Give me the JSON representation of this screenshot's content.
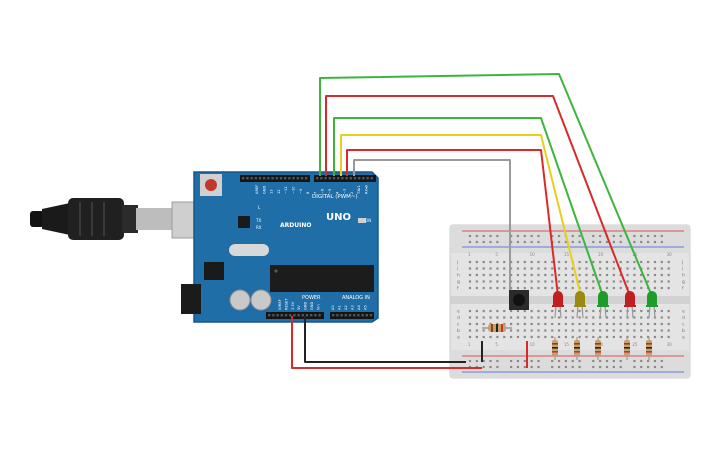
{
  "board": {
    "brand": "ARDUINO",
    "model": "UNO",
    "digital_label": "DIGITAL (PWM~)",
    "power_label": "POWER",
    "analog_label": "ANALOG IN",
    "on_label": "ON",
    "tx_label": "TX",
    "rx_label": "RX",
    "l_label": "L",
    "digital_pins": [
      "AREF",
      "GND",
      "13",
      "12",
      "~11",
      "~10",
      "~9",
      "8",
      "7",
      "~6",
      "~5",
      "4",
      "~3",
      "2",
      "TX▸1",
      "RX◂0"
    ],
    "power_pins": [
      "IOREF",
      "RESET",
      "3.3V",
      "5V",
      "GND",
      "GND",
      "Vin"
    ],
    "analog_pins": [
      "A0",
      "A1",
      "A2",
      "A3",
      "A4",
      "A5"
    ]
  },
  "breadboard": {
    "row_letters_top": [
      "j",
      "i",
      "h",
      "g",
      "f"
    ],
    "row_letters_bottom": [
      "e",
      "d",
      "c",
      "b",
      "a"
    ],
    "column_numbers": [
      "1",
      "5",
      "10",
      "15",
      "20",
      "25",
      "30"
    ]
  },
  "components": {
    "leds": [
      {
        "name": "led-red-1",
        "color": "#c0201f"
      },
      {
        "name": "led-yellow",
        "color": "#9a8a12"
      },
      {
        "name": "led-green-1",
        "color": "#1e9b2a"
      },
      {
        "name": "led-red-2",
        "color": "#c0201f"
      },
      {
        "name": "led-green-2",
        "color": "#1e9b2a"
      }
    ]
  },
  "colors": {
    "board": "#1f6ea8",
    "board_edge": "#165988",
    "wire_green": "#3db53d",
    "wire_red": "#d92a2a",
    "wire_yellow": "#e6cf1d",
    "wire_gray": "#9a9a9a",
    "wire_black": "#222222",
    "breadboard": "#e4e4e4"
  }
}
